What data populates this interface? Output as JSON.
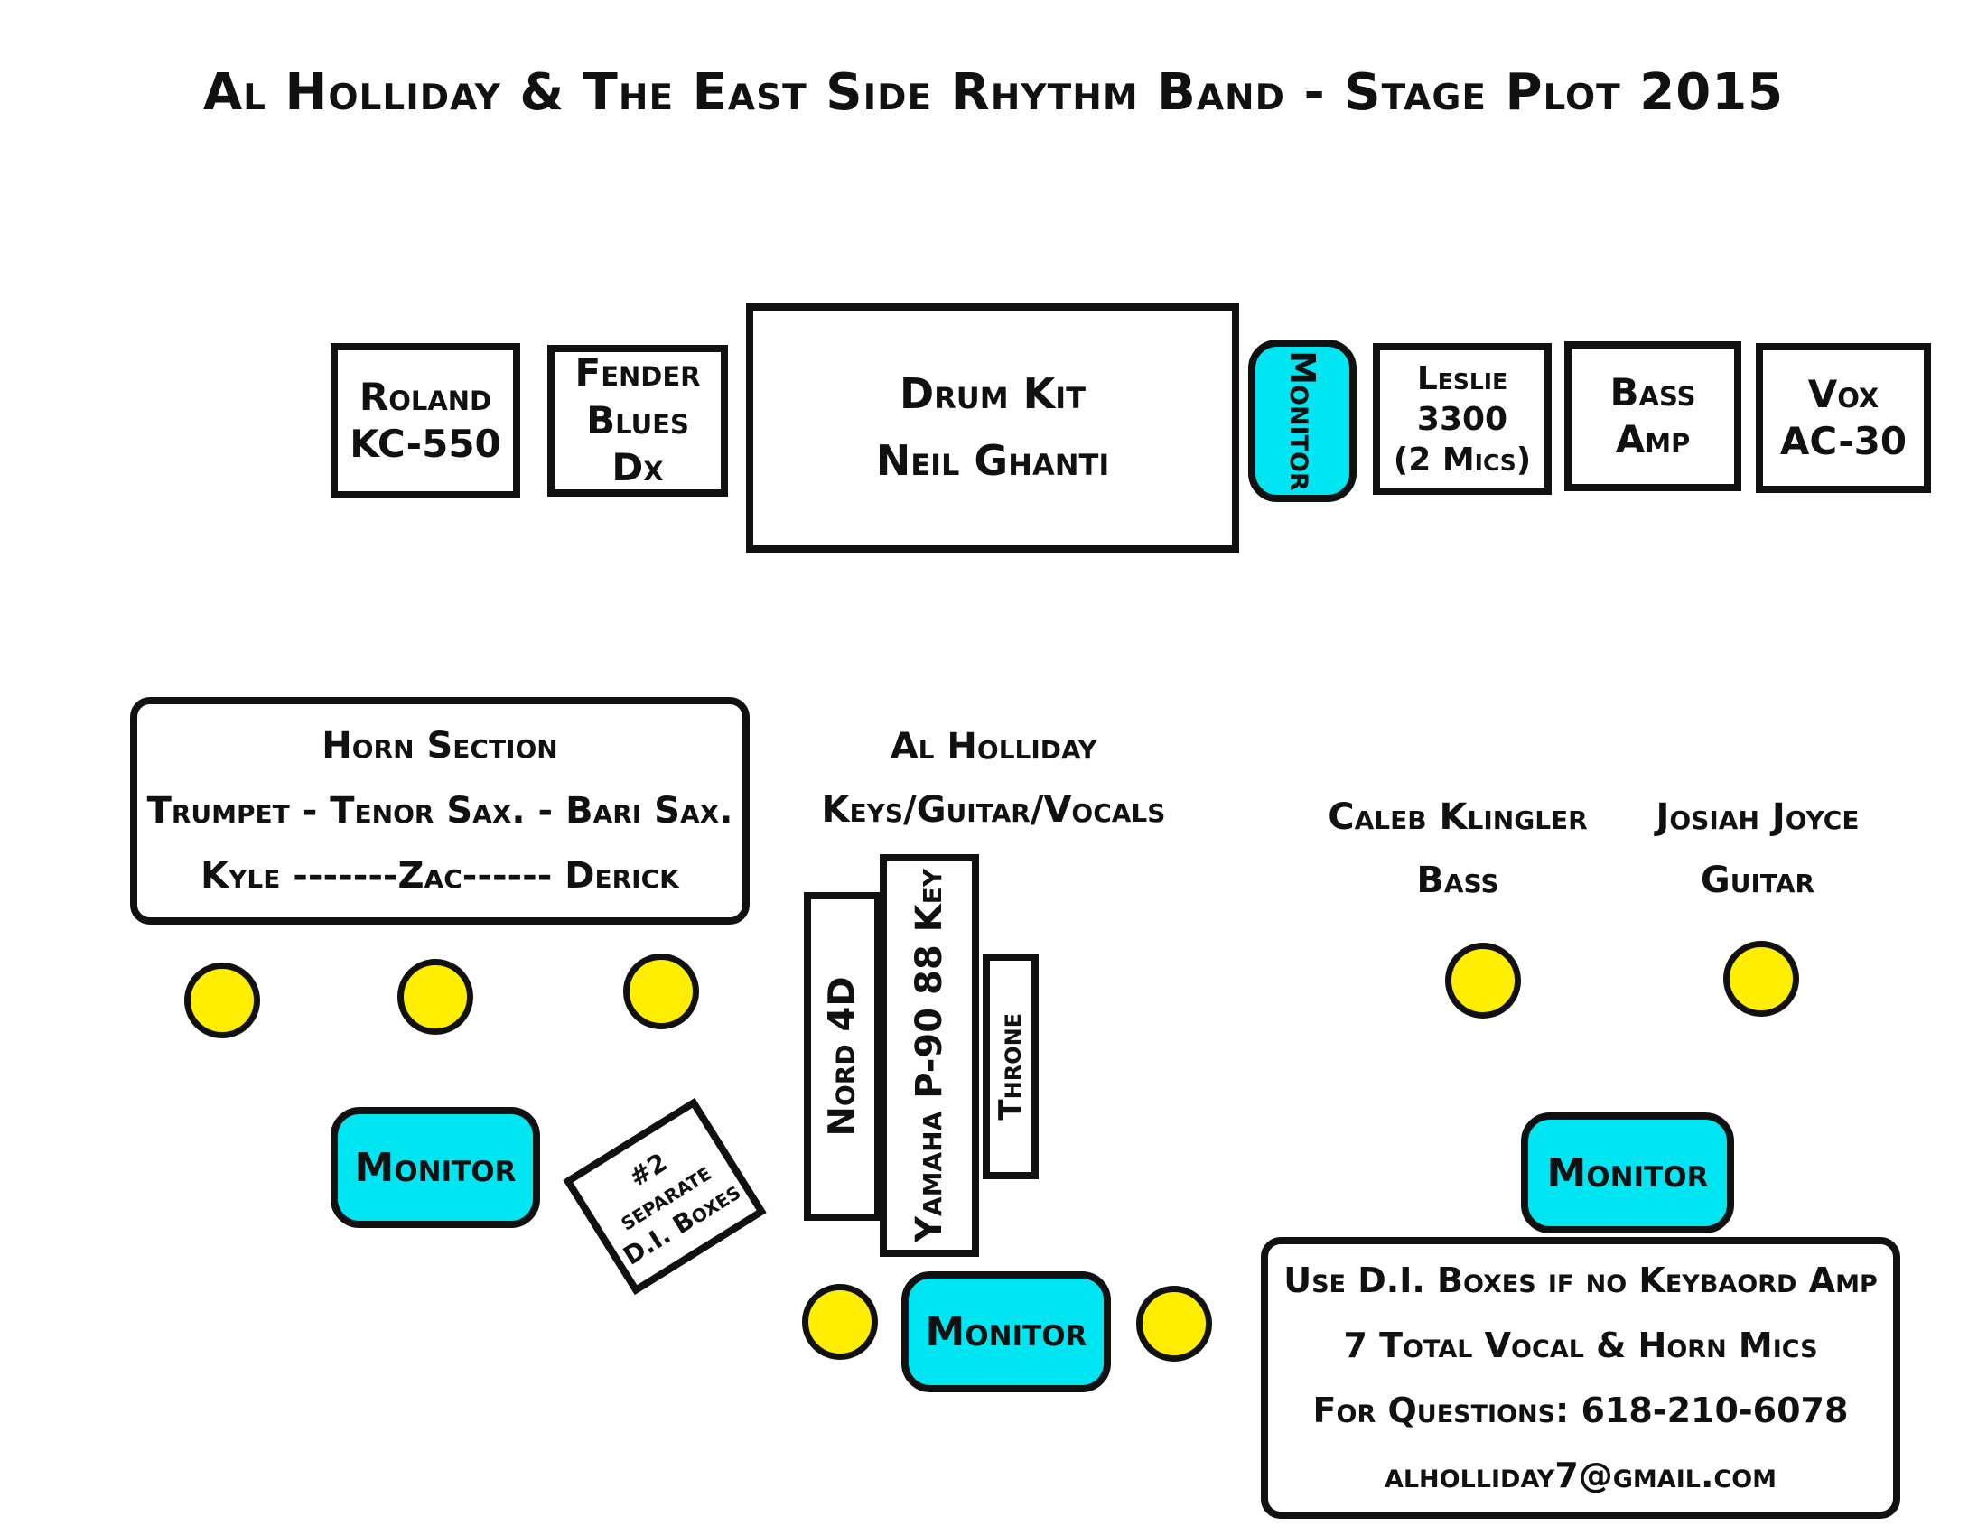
{
  "title": "Al Holliday & The East Side Rhythm Band - Stage Plot 2015",
  "backline": {
    "roland": [
      "Roland",
      "KC-550"
    ],
    "fender": [
      "Fender",
      "Blues Dx"
    ],
    "drum_kit": [
      "Drum Kit",
      "Neil Ghanti"
    ],
    "drum_monitor": "Monitor",
    "leslie": [
      "Leslie 3300",
      "(2 Mics)"
    ],
    "bass_amp": [
      "Bass",
      "Amp"
    ],
    "vox": [
      "Vox",
      "AC-30"
    ]
  },
  "horns": {
    "heading": "Horn Section",
    "instruments": "Trumpet - Tenor Sax. - Bari Sax.",
    "players": "Kyle -------Zac------ Derick",
    "monitor": "Monitor"
  },
  "di_boxes": [
    "#2 separate",
    "D.I. Boxes"
  ],
  "keys": {
    "name": "Al Holliday",
    "role": "Keys/Guitar/Vocals",
    "nord": "Nord 4D",
    "yamaha": "Yamaha P-90 88 Key",
    "throne": "Throne",
    "monitor": "Monitor"
  },
  "bass_player": {
    "name": "Caleb Klingler",
    "role": "Bass"
  },
  "guitar_player": {
    "name": "Josiah Joyce",
    "role": "Guitar"
  },
  "right_monitor": "Monitor",
  "notes": [
    "Use D.I. Boxes if no Keybaord Amp",
    "7 Total Vocal & Horn Mics",
    "For Questions: 618-210-6078",
    "alholliday7@gmail.com"
  ],
  "colors": {
    "monitor": "#00e5f2",
    "mic": "#ffee00",
    "outline": "#111111"
  }
}
